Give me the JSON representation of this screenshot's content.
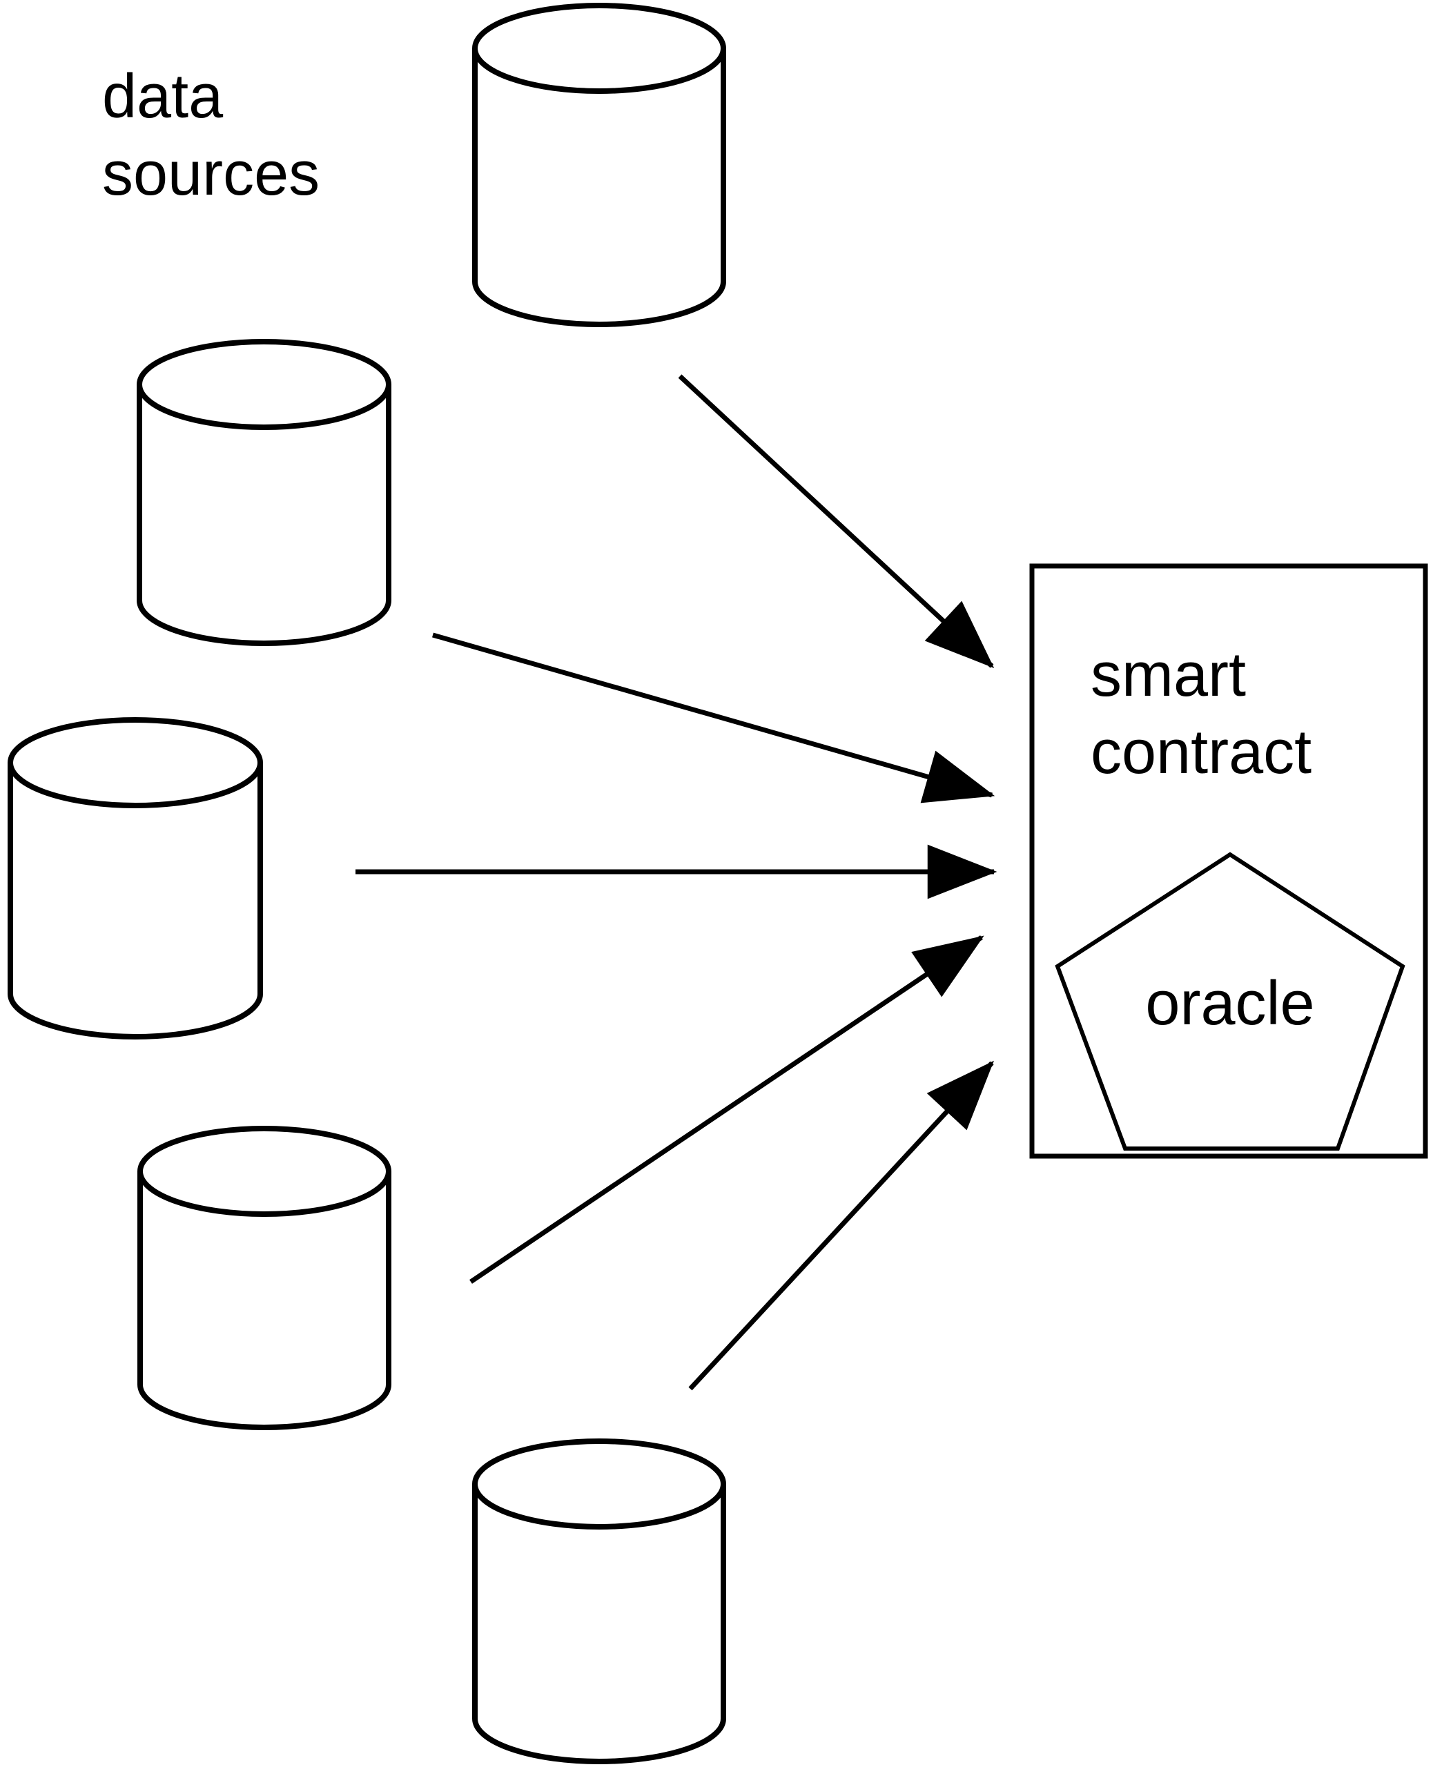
{
  "diagram": {
    "background": "#ffffff",
    "stroke_color": "#000000",
    "text_color": "#000000",
    "labels": {
      "data_sources": "data sources",
      "smart_contract": "smart contract",
      "oracle": "oracle"
    },
    "nodes": [
      {
        "id": "data-source-1",
        "shape": "cylinder",
        "role": "data source",
        "label": ""
      },
      {
        "id": "data-source-2",
        "shape": "cylinder",
        "role": "data source",
        "label": ""
      },
      {
        "id": "data-source-3",
        "shape": "cylinder",
        "role": "data source",
        "label": ""
      },
      {
        "id": "data-source-4",
        "shape": "cylinder",
        "role": "data source",
        "label": ""
      },
      {
        "id": "data-source-5",
        "shape": "cylinder",
        "role": "data source",
        "label": ""
      },
      {
        "id": "smart-contract",
        "shape": "rectangle",
        "label": "smart contract"
      },
      {
        "id": "oracle",
        "shape": "pentagon",
        "label": "oracle",
        "parent": "smart-contract"
      }
    ],
    "edges": [
      {
        "from": "data-source-1",
        "to": "smart-contract",
        "arrow": "solid-triangle"
      },
      {
        "from": "data-source-2",
        "to": "smart-contract",
        "arrow": "solid-triangle"
      },
      {
        "from": "data-source-3",
        "to": "smart-contract",
        "arrow": "solid-triangle"
      },
      {
        "from": "data-source-4",
        "to": "smart-contract",
        "arrow": "solid-triangle"
      },
      {
        "from": "data-source-5",
        "to": "smart-contract",
        "arrow": "solid-triangle"
      }
    ]
  }
}
